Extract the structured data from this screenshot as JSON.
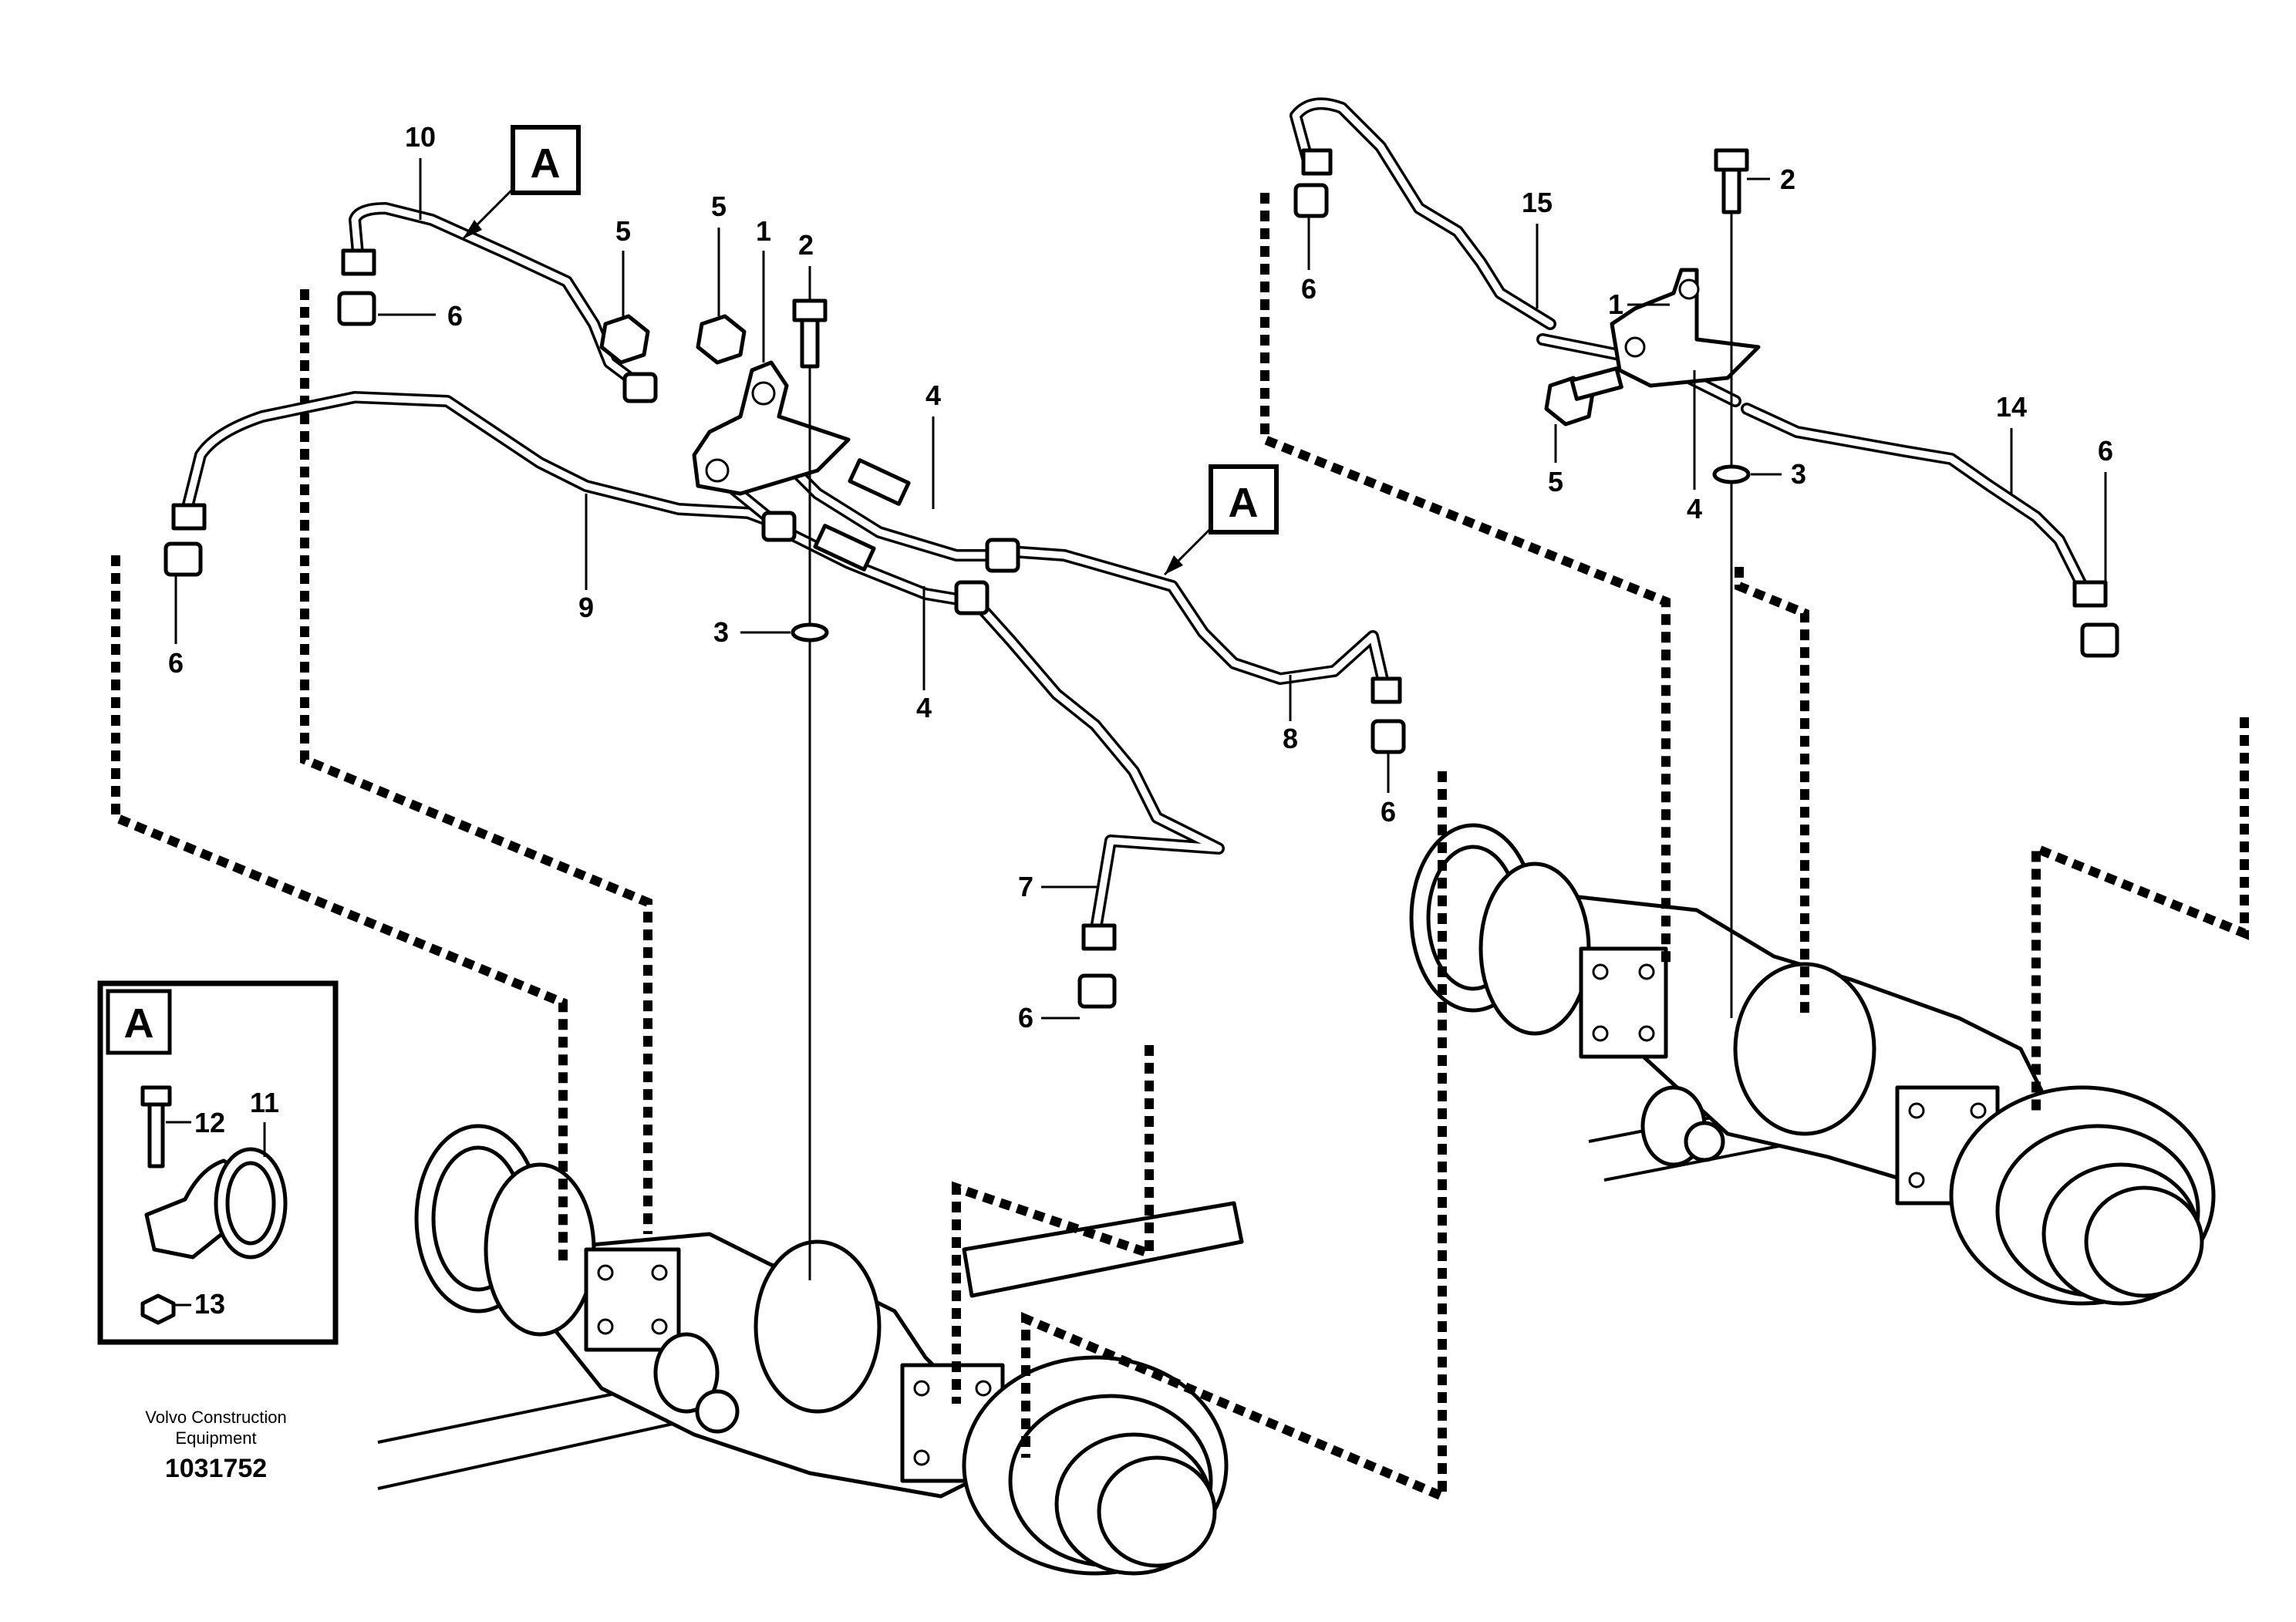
{
  "diagram": {
    "callout_letter": "A",
    "part_labels": {
      "p1": "1",
      "p2": "2",
      "p3": "3",
      "p4": "4",
      "p5": "5",
      "p6": "6",
      "p7": "7",
      "p8": "8",
      "p9": "9",
      "p10": "10",
      "p11": "11",
      "p12": "12",
      "p13": "13",
      "p14": "14",
      "p15": "15"
    },
    "publisher_line1": "Volvo Construction",
    "publisher_line2": "Equipment",
    "drawing_number": "1031752"
  }
}
